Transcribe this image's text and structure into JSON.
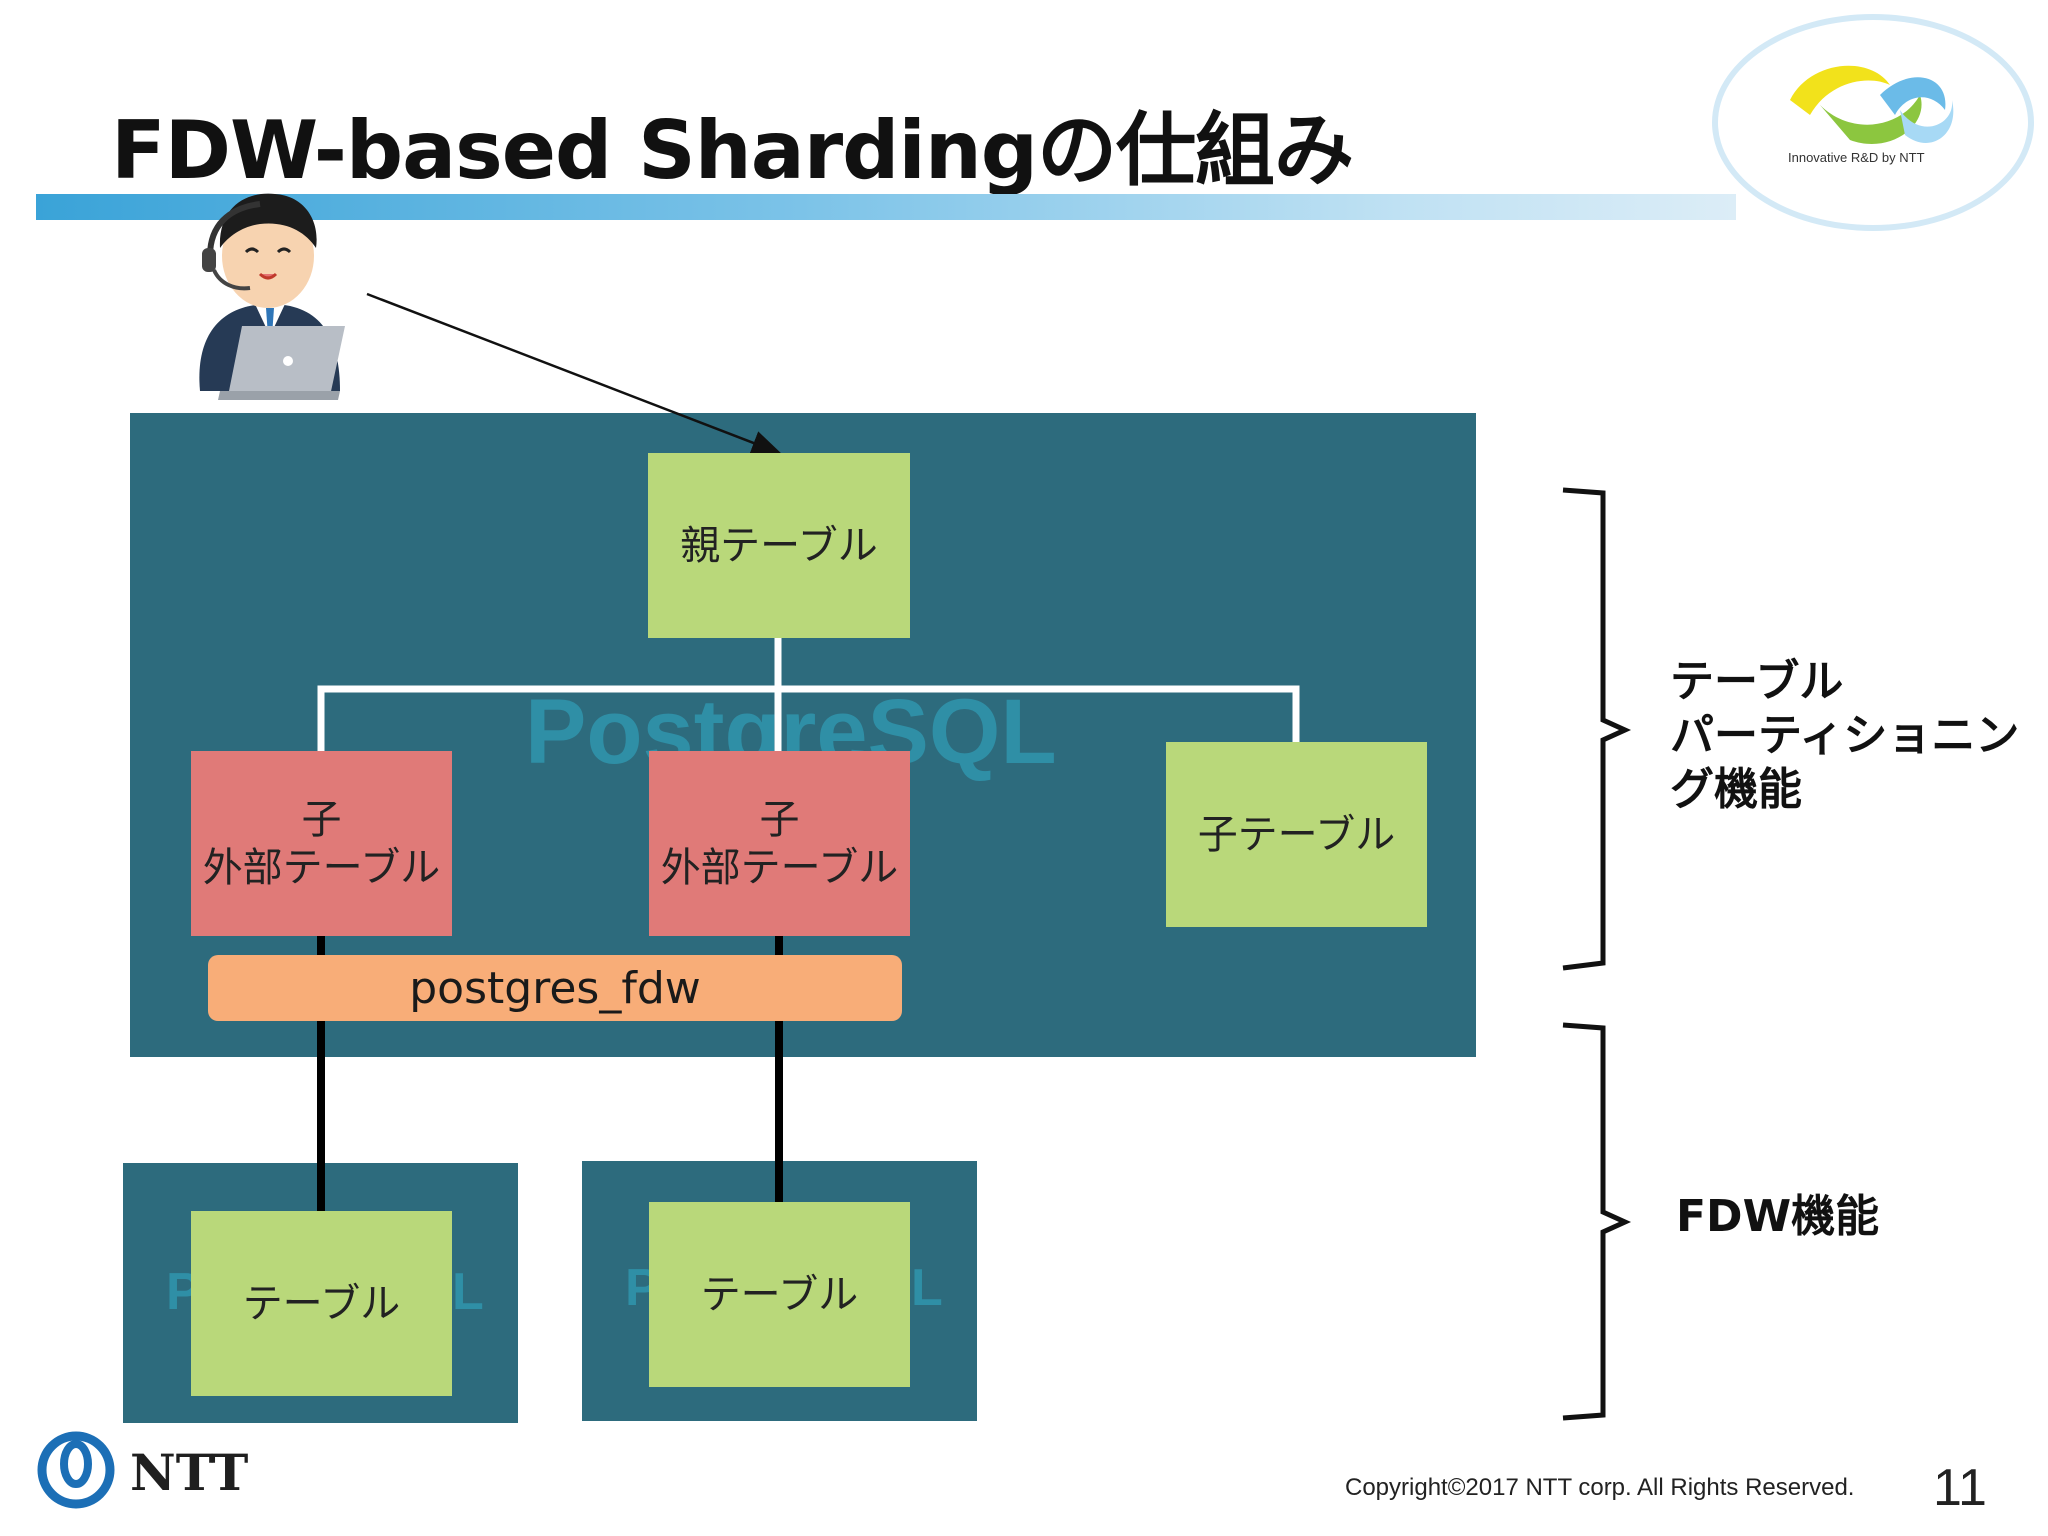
{
  "slide": {
    "title": "FDW-based Shardingの仕組み",
    "logo_tagline": "Innovative R&D by NTT",
    "company_logo_text": "NTT",
    "copyright": "Copyright©2017  NTT corp. All Rights Reserved.",
    "page_number": "11"
  },
  "diagram": {
    "main_watermark": "PostgreSQL",
    "parent_table": "親テーブル",
    "child_foreign_1": "子\n外部テーブル",
    "child_foreign_2": "子\n外部テーブル",
    "child_local": "子テーブル",
    "fdw_bar": "postgres_fdw",
    "remote_table_1": "テーブル",
    "remote_table_2": "テーブル",
    "remote_watermark_left": "P",
    "remote_watermark_right": "L"
  },
  "annotations": {
    "partitioning": "テーブル\nパーティショニン\nグ機能",
    "fdw": "FDW機能"
  },
  "colors": {
    "postgres_box": "#2d6b7d",
    "table_green": "#b9d87a",
    "foreign_red": "#e07a78",
    "fdw_orange": "#f8ad78",
    "header_blue": "#3aa3d8"
  }
}
